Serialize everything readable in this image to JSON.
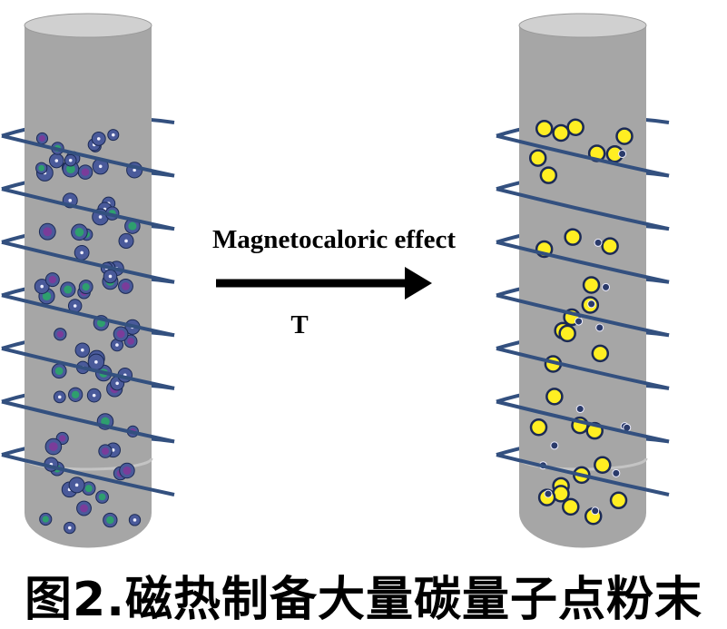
{
  "labels": {
    "process": "Magnetocaloric effect",
    "condition": "T"
  },
  "caption": "图2.磁热制备大量碳量子点粉末",
  "colors": {
    "tube_body": "#a6a6a6",
    "tube_rim": "#d0d0d0",
    "coil": "#33507f",
    "particle_fill": "#4a5a9a",
    "particle_green": "#2e9f6e",
    "particle_purple": "#7a3c9a",
    "particle_yellow": "#ffee22",
    "particle_outline": "#1b2a55",
    "arrow": "#000000"
  }
}
